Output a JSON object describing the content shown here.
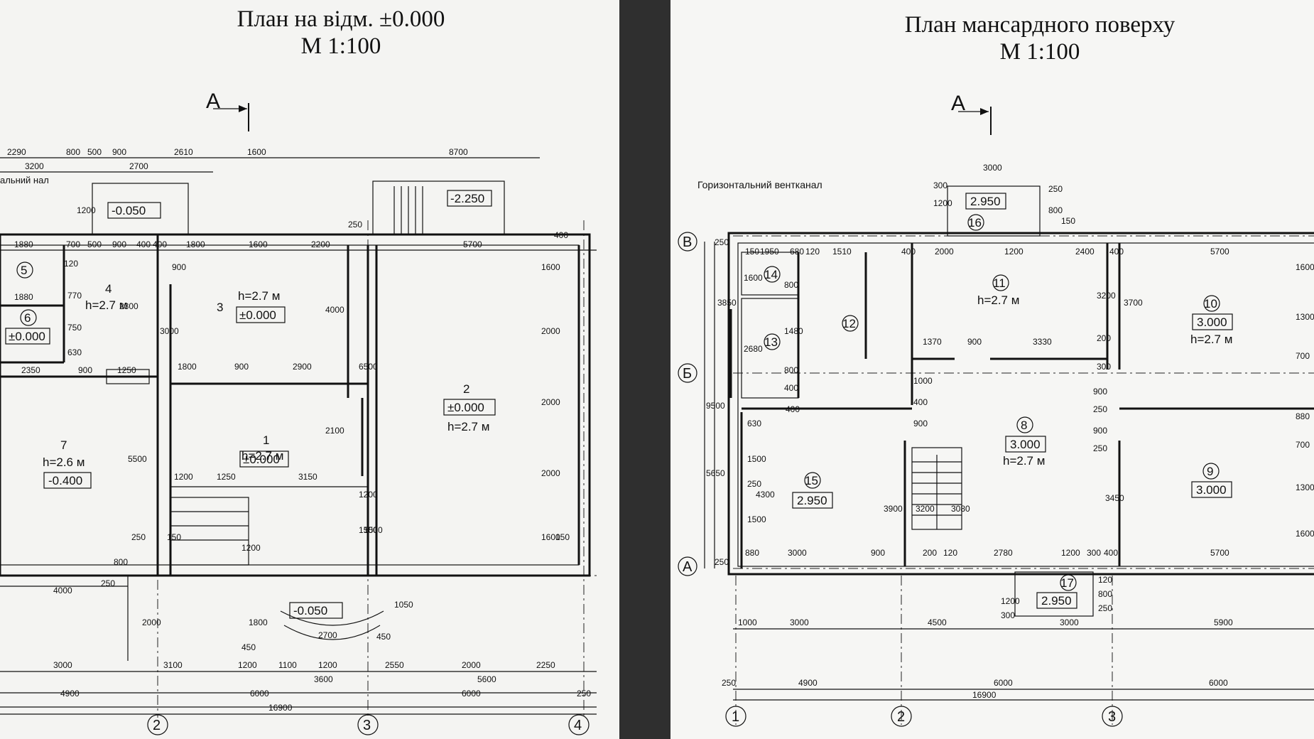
{
  "left_plan": {
    "title": "План на відм. ±0.000",
    "scale": "М 1:100",
    "section_mark": "А",
    "note": "альний\nнал",
    "rooms": [
      {
        "num": "1",
        "height": "h=2.7 м",
        "level": "±0.000"
      },
      {
        "num": "2",
        "height": "h=2.7 м",
        "level": "±0.000"
      },
      {
        "num": "3",
        "height": "h=2.7 м",
        "level": "±0.000"
      },
      {
        "num": "4",
        "height": "h=2.7 м",
        "level": ""
      },
      {
        "num": "5",
        "height": "",
        "level": ""
      },
      {
        "num": "6",
        "height": "",
        "level": "±0.000"
      },
      {
        "num": "7",
        "height": "h=2.6 м",
        "level": "-0.400"
      }
    ],
    "levels_outside": [
      "-0.050",
      "-2.250",
      "-0.050"
    ],
    "top_dims": [
      "2290",
      "800",
      "500",
      "900",
      "2610",
      "1600",
      "8700",
      "3200",
      "2700",
      "1880",
      "700",
      "500",
      "900",
      "400",
      "400",
      "1800",
      "1600",
      "2200",
      "5700",
      "1880"
    ],
    "inner_dims": [
      "1800",
      "900",
      "2900",
      "2350",
      "900",
      "1250",
      "1200",
      "1250",
      "3150",
      "4000",
      "6500",
      "2100",
      "2300",
      "3000",
      "5500",
      "1200",
      "1500",
      "1200",
      "1600",
      "2000",
      "2000",
      "2000",
      "1600",
      "150",
      "250",
      "150",
      "400",
      "770",
      "750",
      "630",
      "120",
      "900",
      "250",
      "1200"
    ],
    "bottom_dims": [
      "4000",
      "2000",
      "1800",
      "2700",
      "1050",
      "450",
      "450",
      "3000",
      "3100",
      "1200",
      "1100",
      "1200",
      "2550",
      "2000",
      "2250",
      "3600",
      "5600",
      "4900",
      "6000",
      "6000",
      "16900",
      "250",
      "800",
      "250",
      "1500"
    ],
    "axes": [
      "2",
      "3",
      "4"
    ]
  },
  "right_plan": {
    "title": "План мансардного поверху",
    "scale": "М 1:100",
    "section_mark": "А",
    "note": "Горизонтальний\nвентканал",
    "rooms": [
      {
        "num": "8",
        "height": "h=2.7 м",
        "level": "3.000"
      },
      {
        "num": "9",
        "height": "",
        "level": "3.000"
      },
      {
        "num": "10",
        "height": "h=2.7 м",
        "level": "3.000"
      },
      {
        "num": "11",
        "height": "h=2.7 м",
        "level": ""
      },
      {
        "num": "12",
        "height": "",
        "level": ""
      },
      {
        "num": "13",
        "height": "",
        "level": ""
      },
      {
        "num": "14",
        "height": "",
        "level": ""
      },
      {
        "num": "15",
        "height": "",
        "level": "2.950"
      },
      {
        "num": "16",
        "height": "",
        "level": "2.950"
      },
      {
        "num": "17",
        "height": "",
        "level": "2.950"
      }
    ],
    "top_dims": [
      "3000",
      "1200",
      "300",
      "800",
      "250",
      "150",
      "250",
      "150",
      "1950",
      "680",
      "120",
      "1510",
      "400",
      "2000",
      "1200",
      "2400",
      "400",
      "5700"
    ],
    "inner_dims": [
      "1600",
      "800",
      "1480",
      "800",
      "2680",
      "3850",
      "400",
      "1370",
      "900",
      "3330",
      "3200",
      "3700",
      "200",
      "1000",
      "900",
      "400",
      "900",
      "250",
      "900",
      "250",
      "300",
      "9500",
      "5650",
      "630",
      "1500",
      "250",
      "4300",
      "1500",
      "3900",
      "3200",
      "3080",
      "3450",
      "1600",
      "1300",
      "700",
      "880",
      "700",
      "1300",
      "1600",
      "400"
    ],
    "bottom_dims": [
      "250",
      "880",
      "3000",
      "900",
      "200",
      "120",
      "2780",
      "1200",
      "300",
      "400",
      "5700",
      "1200",
      "300",
      "250",
      "800",
      "120",
      "1000",
      "3000",
      "4500",
      "3000",
      "5900",
      "250",
      "4900",
      "6000",
      "6000",
      "16900"
    ],
    "axes_x": [
      "1",
      "2",
      "3"
    ],
    "axes_y": [
      "В",
      "Б",
      "А"
    ]
  }
}
